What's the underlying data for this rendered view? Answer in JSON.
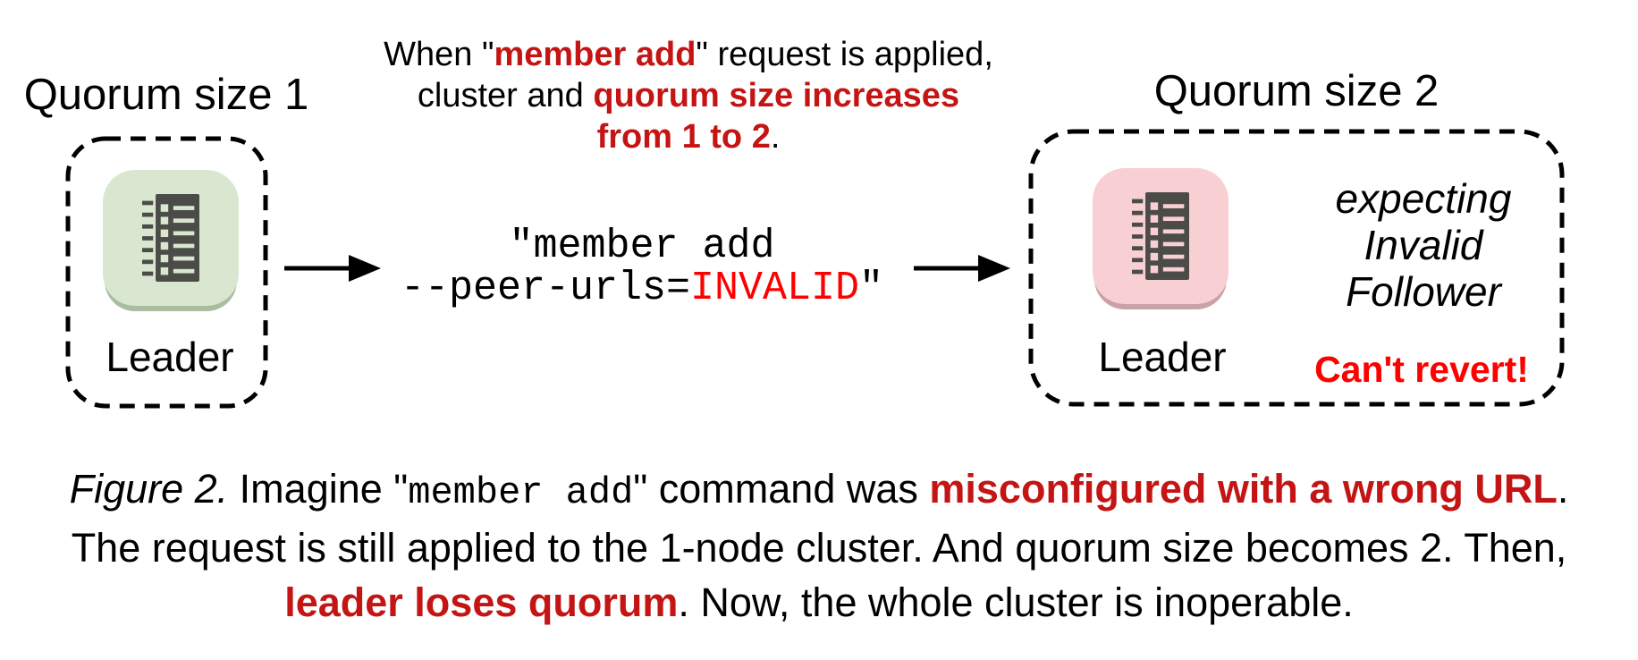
{
  "figure": {
    "left_cluster": {
      "title": "Quorum size 1",
      "node_label": "Leader"
    },
    "right_cluster": {
      "title": "Quorum size 2",
      "node_label": "Leader",
      "note_line1": "expecting",
      "note_line2": "Invalid",
      "note_line3": "Follower",
      "warning": "Can't revert!"
    },
    "annotation": {
      "l1_black": "When \"",
      "l1_red": "member add",
      "l1_black2": "\" request is applied,",
      "l2_black": "cluster and ",
      "l2_red": "quorum size increases",
      "l3_red": "from 1 to 2",
      "l3_black": "."
    },
    "command": {
      "line1": "\"member add",
      "l2_black": "--peer-urls=",
      "l2_red": "INVALID",
      "l2_quote": "\""
    },
    "caption": {
      "figure_label": "Figure 2.",
      "c1": " Imagine \"",
      "c1_mono": "member add",
      "c2": "\" command was ",
      "c2_red": "misconfigured with a wrong URL",
      "c2_end": ".",
      "line2": "The request is still applied to the 1-node cluster. And quorum size becomes 2. Then,",
      "c3_red": "leader loses quorum",
      "c3_rest": ". Now, the whole cluster is inoperable."
    }
  },
  "icons": {
    "server_node": "server-rack-icon",
    "arrow": "right-arrow-icon"
  },
  "colors": {
    "red_emphasis": "#c41414",
    "red_bright": "#fe0000",
    "green_node_bg": "#d9e7d1",
    "green_node_shadow": "#a9bda0",
    "pink_node_bg": "#f8cfd3",
    "pink_node_shadow": "#c9a2a8",
    "icon_dark": "#4b4b48",
    "line_black": "#000000"
  }
}
